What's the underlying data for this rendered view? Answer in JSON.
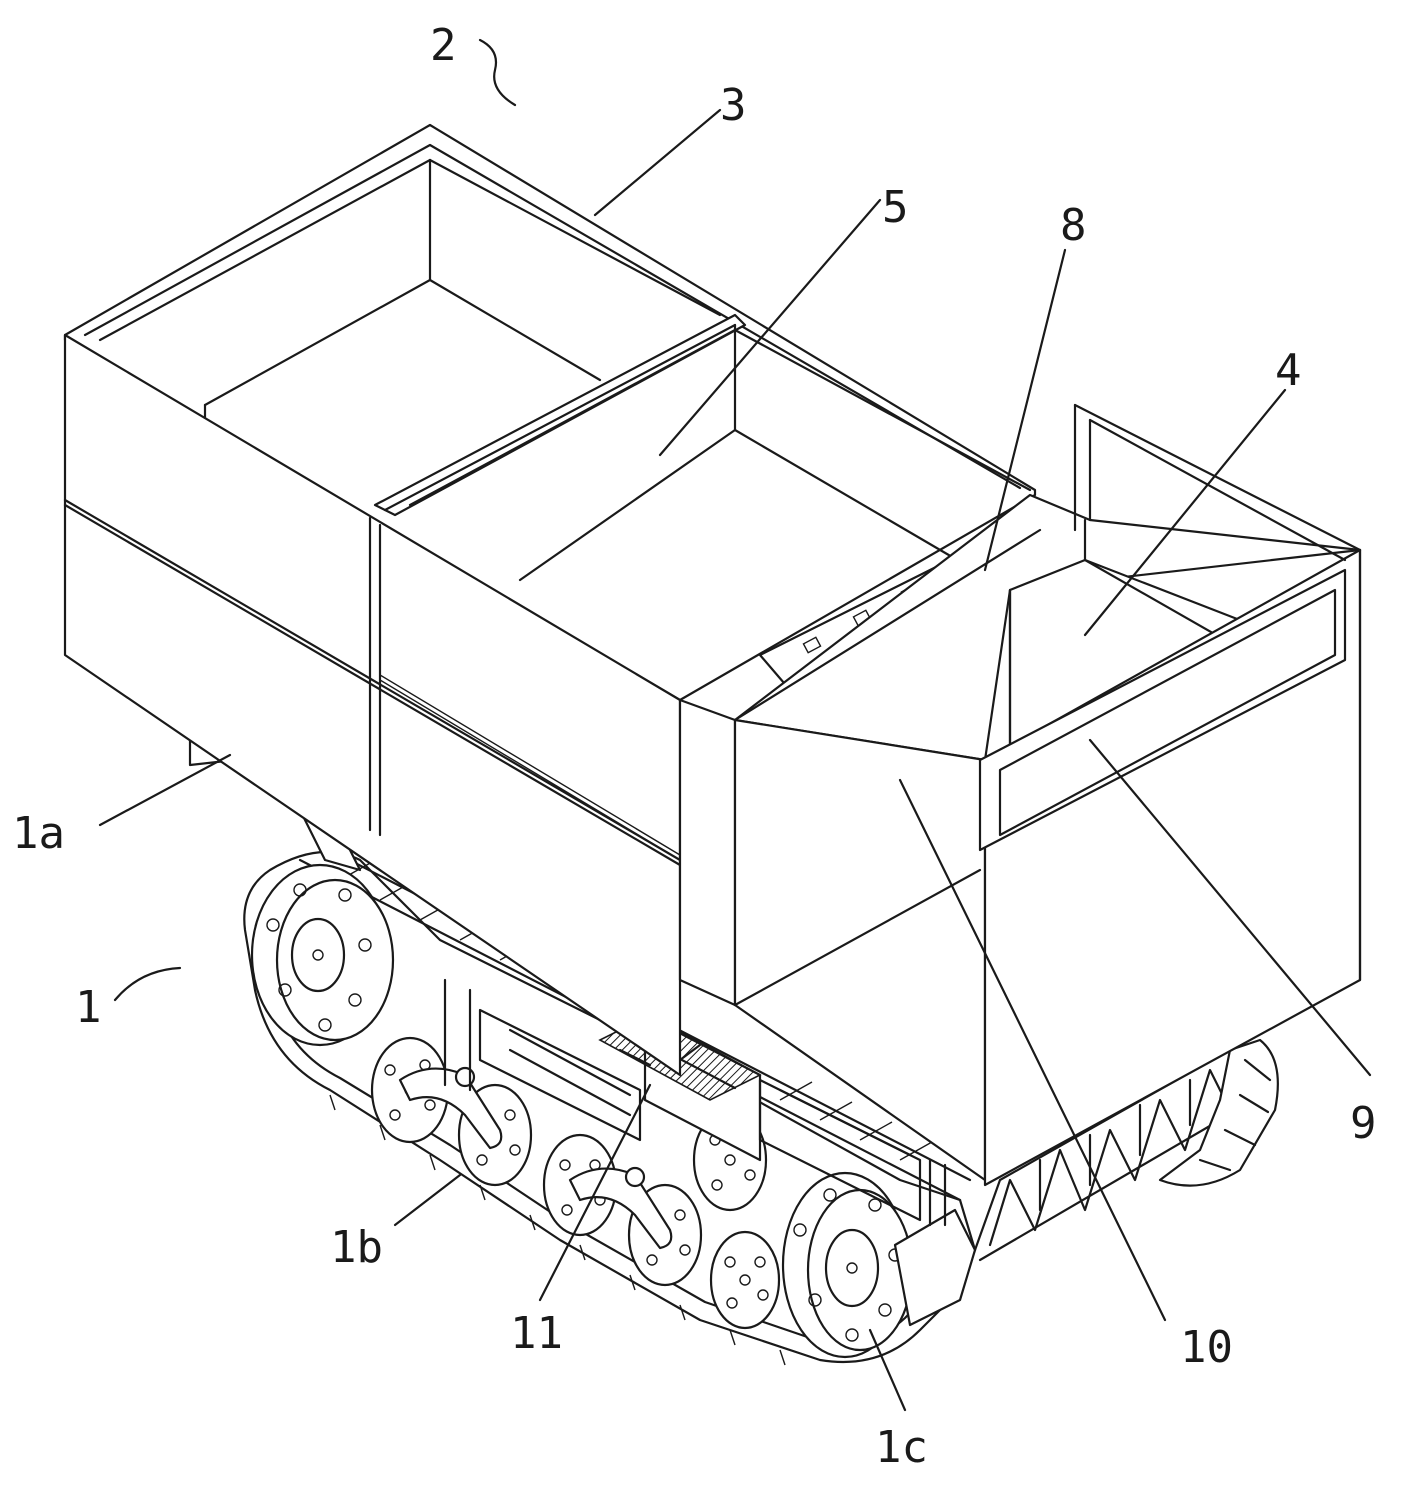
{
  "callouts": [
    {
      "id": "2",
      "label": "2"
    },
    {
      "id": "3",
      "label": "3"
    },
    {
      "id": "5",
      "label": "5"
    },
    {
      "id": "8",
      "label": "8"
    },
    {
      "id": "4",
      "label": "4"
    },
    {
      "id": "1a",
      "label": "1a"
    },
    {
      "id": "1",
      "label": "1"
    },
    {
      "id": "9",
      "label": "9"
    },
    {
      "id": "1b",
      "label": "1b"
    },
    {
      "id": "11",
      "label": "11"
    },
    {
      "id": "10",
      "label": "10"
    },
    {
      "id": "1c",
      "label": "1c"
    }
  ],
  "colors": {
    "line": "#1a1a1a",
    "background": "#ffffff"
  }
}
